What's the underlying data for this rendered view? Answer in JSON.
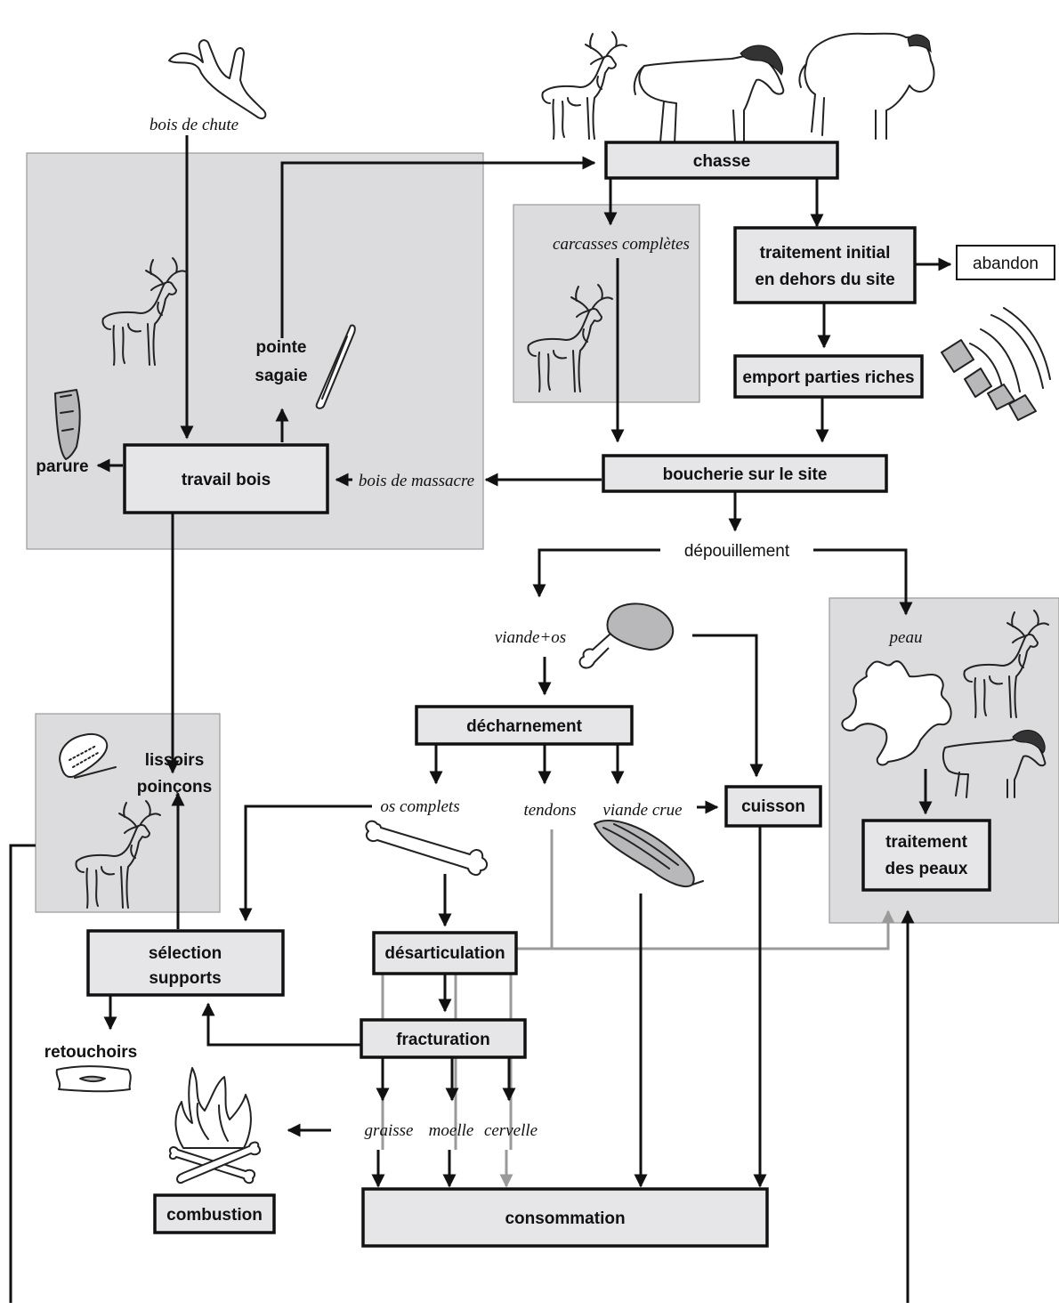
{
  "nodes": {
    "chasse": "chasse",
    "traitement_initial_1": "traitement initial",
    "traitement_initial_2": "en dehors du site",
    "abandon": "abandon",
    "emport": "emport parties riches",
    "boucherie": "boucherie sur le site",
    "travail_bois": "travail bois",
    "parure": "parure",
    "pointe_1": "pointe",
    "pointe_2": "sagaie",
    "depouillement": "dépouillement",
    "decharnement": "décharnement",
    "cuisson": "cuisson",
    "traitement_peaux_1": "traitement",
    "traitement_peaux_2": "des peaux",
    "lissoirs_1": "lissoirs",
    "lissoirs_2": "poinçons",
    "selection_1": "sélection",
    "selection_2": "supports",
    "retouchoirs": "retouchoirs",
    "desarticulation": "désarticulation",
    "fracturation": "fracturation",
    "combustion": "combustion",
    "consommation": "consommation"
  },
  "labels": {
    "bois_de_chute": "bois de chute",
    "carcasses": "carcasses complètes",
    "bois_de_massacre": "bois de massacre",
    "viande_os": "viande+os",
    "peau": "peau",
    "os_complets": "os complets",
    "tendons": "tendons",
    "viande_crue": "viande crue",
    "graisse": "graisse",
    "moelle": "moelle",
    "cervelle": "cervelle"
  },
  "colors": {
    "box_fill": "#e6e6e8",
    "zone_fill": "#dcdcde",
    "line": "#111111",
    "line_secondary": "#9a9a9a"
  },
  "illustrations": [
    "antler",
    "reindeer",
    "horse",
    "bison",
    "rib-bones",
    "spear-point",
    "ornament",
    "ham-leg",
    "animal-hide",
    "bone",
    "muscle-meat",
    "fire",
    "bone-tool",
    "retoucher"
  ]
}
